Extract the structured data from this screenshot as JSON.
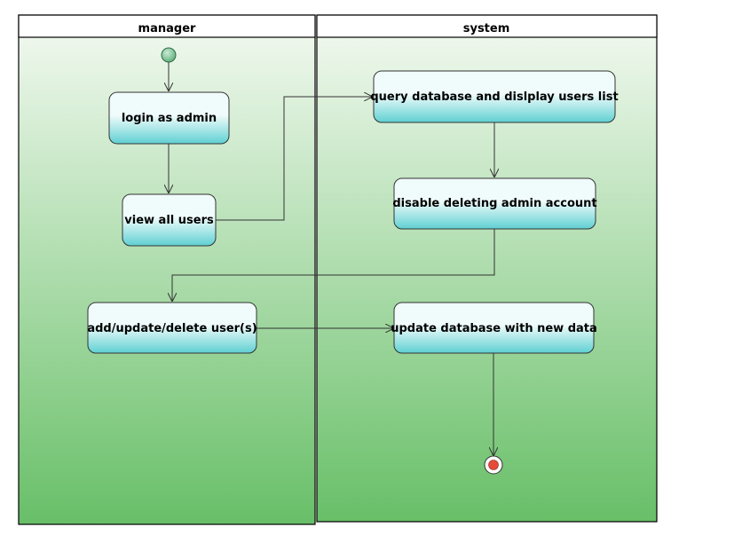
{
  "diagram": {
    "type": "activity-swimlane",
    "lanes": [
      {
        "id": "manager",
        "title": "manager"
      },
      {
        "id": "system",
        "title": "system"
      }
    ],
    "activities": [
      {
        "id": "login",
        "lane": "manager",
        "label": "login as admin"
      },
      {
        "id": "view",
        "lane": "manager",
        "label": "view all users"
      },
      {
        "id": "crud",
        "lane": "manager",
        "label": "add/update/delete user(s)"
      },
      {
        "id": "query",
        "lane": "system",
        "label": "query database and dislplay users list"
      },
      {
        "id": "disable",
        "lane": "system",
        "label": "disable deleting admin account"
      },
      {
        "id": "update",
        "lane": "system",
        "label": "update database with new data"
      }
    ],
    "nodes": [
      {
        "id": "start",
        "lane": "manager",
        "kind": "initial"
      },
      {
        "id": "end",
        "lane": "system",
        "kind": "final"
      }
    ],
    "flows": [
      {
        "from": "start",
        "to": "login"
      },
      {
        "from": "login",
        "to": "view"
      },
      {
        "from": "view",
        "to": "query"
      },
      {
        "from": "query",
        "to": "disable"
      },
      {
        "from": "disable",
        "to": "crud"
      },
      {
        "from": "crud",
        "to": "update"
      },
      {
        "from": "update",
        "to": "end"
      }
    ],
    "colors": {
      "lane_top": "#f4faf2",
      "lane_bottom": "#68bf68",
      "activity_top": "#f0fbfb",
      "activity_bottom": "#5fd0d2",
      "initial_fill": "#5fae7a",
      "final_fill": "#e84a3a"
    }
  }
}
